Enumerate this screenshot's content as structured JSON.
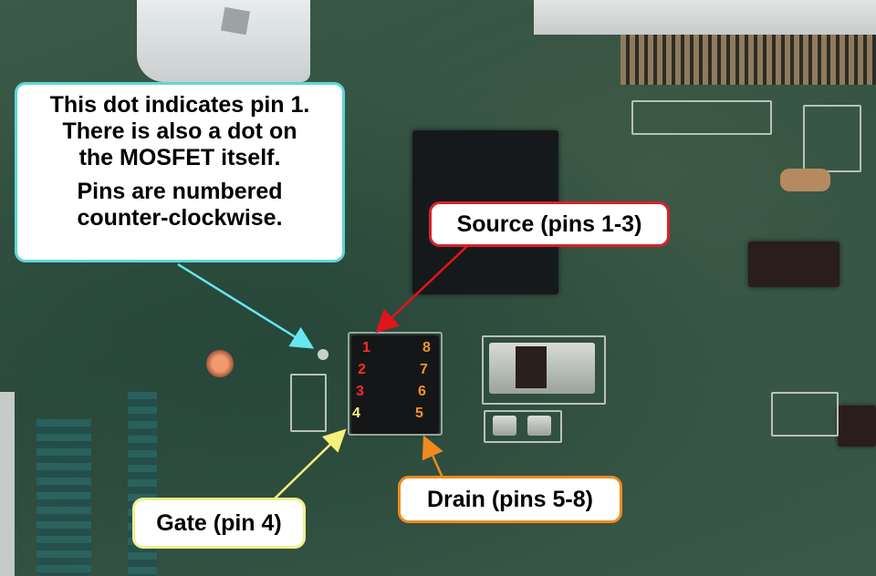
{
  "image": {
    "subject": "PCB close-up of an 8-pin MOSFET with annotated pinout"
  },
  "callouts": {
    "pin1_note": {
      "lines": [
        "This dot indicates pin 1.",
        "There is also a dot on",
        "the MOSFET itself."
      ],
      "lines2": [
        "Pins are numbered",
        "counter-clockwise."
      ],
      "border_color": "#5fd6d6"
    },
    "source": {
      "label": "Source (pins 1-3)",
      "border_color": "#d8212a"
    },
    "gate": {
      "label": "Gate (pin 4)",
      "border_color": "#f3ef8a"
    },
    "drain": {
      "label": "Drain (pins 5-8)",
      "border_color": "#f08a1c"
    }
  },
  "pins": {
    "left": [
      {
        "num": "1",
        "color": "#ff2a2a"
      },
      {
        "num": "2",
        "color": "#ff2a2a"
      },
      {
        "num": "3",
        "color": "#ff2a2a"
      },
      {
        "num": "4",
        "color": "#fff27a"
      }
    ],
    "right": [
      {
        "num": "8",
        "color": "#f5922a"
      },
      {
        "num": "7",
        "color": "#f5922a"
      },
      {
        "num": "6",
        "color": "#f5922a"
      },
      {
        "num": "5",
        "color": "#f5922a"
      }
    ]
  },
  "arrow_colors": {
    "pin1": "#66e6ee",
    "source": "#e0151b",
    "gate": "#f5f07a",
    "drain": "#f08a1c"
  }
}
